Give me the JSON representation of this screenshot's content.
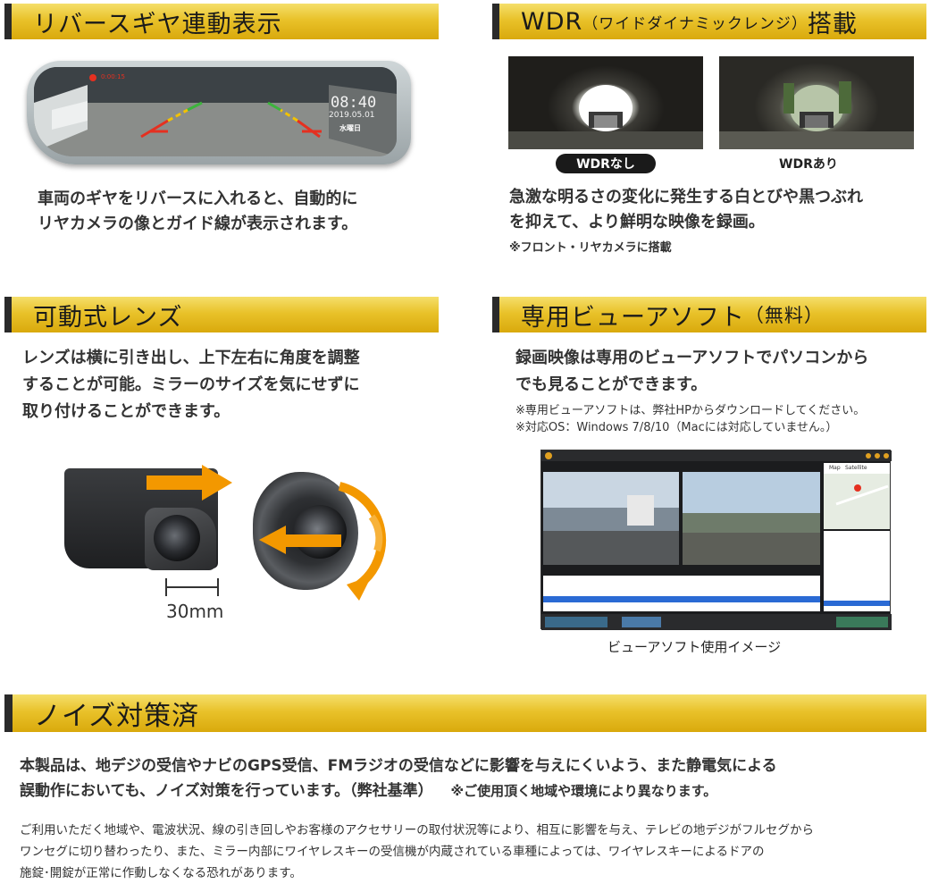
{
  "sec1": {
    "title": "リバースギヤ連動表示",
    "mirror_time": "0:00:15",
    "mirror_clock": "08:40",
    "mirror_date": "2019.05.01",
    "mirror_day": "水曜日",
    "line1": "車両のギヤをリバースに入れると、自動的に",
    "line2": "リヤカメラの像とガイド線が表示されます。"
  },
  "sec2": {
    "title_main": "WDR",
    "title_paren": "（ワイドダイナミックレンジ）",
    "title_tail": "搭載",
    "label_off": "WDRなし",
    "label_on": "WDRあり",
    "line1": "急激な明るさの変化に発生する白とびや黒つぶれ",
    "line2": "を抑えて、より鮮明な映像を録画。",
    "note": "※フロント・リヤカメラに搭載"
  },
  "sec3": {
    "title": "可動式レンズ",
    "line1": "レンズは横に引き出し、上下左右に角度を調整",
    "line2": "することが可能。ミラーのサイズを気にせずに",
    "line3": "取り付けることができます。",
    "dimension": "30mm"
  },
  "sec4": {
    "title_main": "専用ビューアソフト",
    "title_paren": "（無料）",
    "line1": "録画映像は専用のビューアソフトでパソコンから",
    "line2": "でも見ることができます。",
    "note1": "※専用ビューアソフトは、弊社HPからダウンロードしてください。",
    "note2": "※対応OS：Windows 7/8/10（Macには対応していません。）",
    "caption": "ビューアソフト使用イメージ",
    "map_tab1": "Map",
    "map_tab2": "Satellite"
  },
  "sec5": {
    "title": "ノイズ対策済",
    "line1": "本製品は、地デジの受信やナビのGPS受信、FMラジオの受信などに影響を与えにくいよう、また静電気による",
    "line2": "誤動作においても、ノイズ対策を行っています。（弊社基準）",
    "line2_note": "※ご使用頂く地域や環境により異なります。",
    "para1": "ご利用いただく地域や、電波状況、線の引き回しやお客様のアクセサリーの取付状況等により、相互に影響を与え、テレビの地デジがフルセグから",
    "para2": "ワンセグに切り替わったり、また、ミラー内部にワイヤレスキーの受信機が内蔵されている車種によっては、ワイヤレスキーによるドアの",
    "para3": "施錠･開錠が正常に作動しなくなる恐れがあります。"
  },
  "colors": {
    "header_gold": "#e9c22a",
    "header_bar": "#2a2a2a",
    "arrow_orange": "#f39800",
    "guide_red": "#e53020",
    "guide_yellow": "#f2c200",
    "guide_green": "#3cb43c"
  }
}
